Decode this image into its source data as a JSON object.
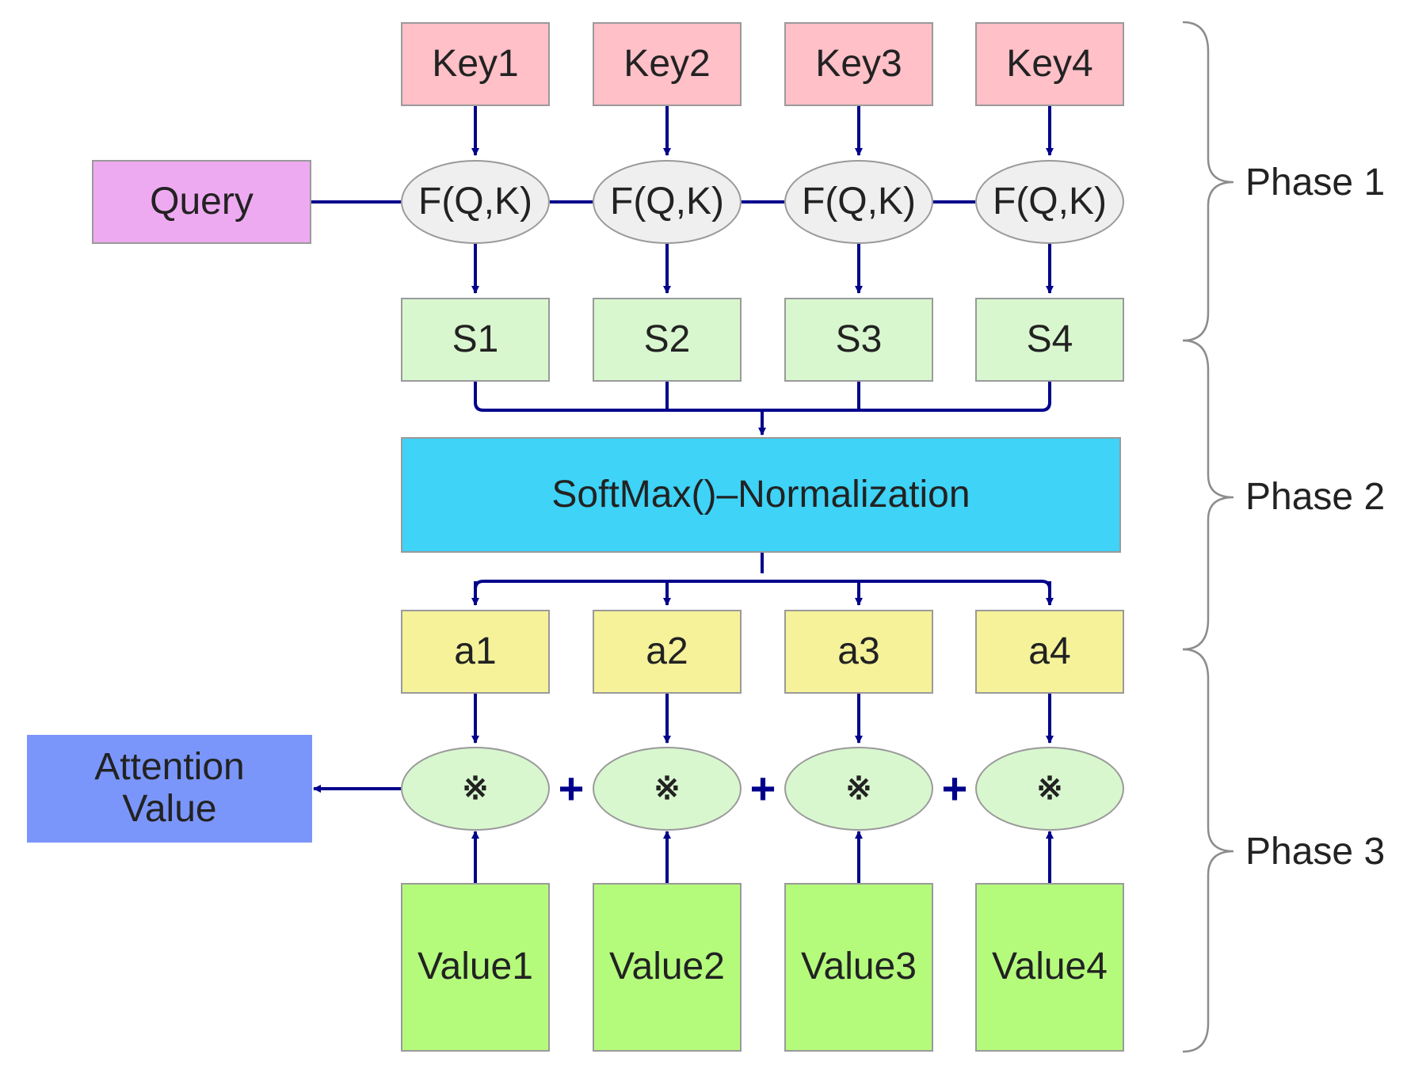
{
  "keys": [
    "Key1",
    "Key2",
    "Key3",
    "Key4"
  ],
  "query": "Query",
  "similarity_fn": [
    "F(Q,K)",
    "F(Q,K)",
    "F(Q,K)",
    "F(Q,K)"
  ],
  "scores": [
    "S1",
    "S2",
    "S3",
    "S4"
  ],
  "softmax": "SoftMax()–Normalization",
  "weights": [
    "a1",
    "a2",
    "a3",
    "a4"
  ],
  "multiply_symbols": [
    "※",
    "※",
    "※",
    "※"
  ],
  "plus_signs": [
    "+",
    "+",
    "+"
  ],
  "values": [
    "Value1",
    "Value2",
    "Value3",
    "Value4"
  ],
  "attention": {
    "line1": "Attention",
    "line2": "Value"
  },
  "phases": [
    "Phase 1",
    "Phase 2",
    "Phase 3"
  ],
  "colors": {
    "key": "#ffc0c8",
    "query": "#eeaaf1",
    "fqk": "#efefef",
    "score": "#d9f7cf",
    "softmax": "#3ed3f7",
    "weight": "#f5f29a",
    "value": "#b4fb7c",
    "attention": "#7b96fa",
    "arrow": "#00008b"
  }
}
